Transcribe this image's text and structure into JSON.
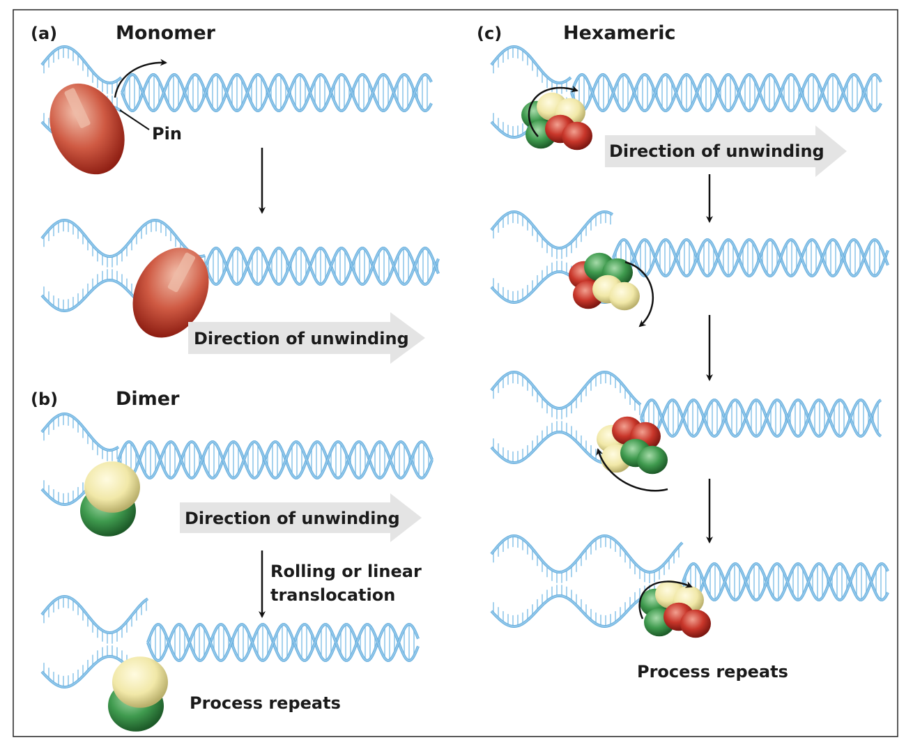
{
  "panels": {
    "a": {
      "letter": "(a)",
      "title": "Monomer",
      "pin_label": "Pin",
      "direction_label": "Direction of unwinding"
    },
    "b": {
      "letter": "(b)",
      "title": "Dimer",
      "direction_label": "Direction of unwinding",
      "translocation_line1": "Rolling or linear",
      "translocation_line2": "translocation",
      "repeat_label": "Process repeats"
    },
    "c": {
      "letter": "(c)",
      "title": "Hexameric",
      "direction_label": "Direction of unwinding",
      "repeat_label": "Process repeats"
    }
  },
  "colors": {
    "dna": "#8fc6ea",
    "dna_dark": "#5aa6d8",
    "monomer_red": "#c0392b",
    "subunit_yellow": "#f3ecb0",
    "subunit_green": "#3f9a4e",
    "subunit_red": "#c8362a",
    "arrow_band": "#e4e4e4",
    "frame": "#222222"
  }
}
